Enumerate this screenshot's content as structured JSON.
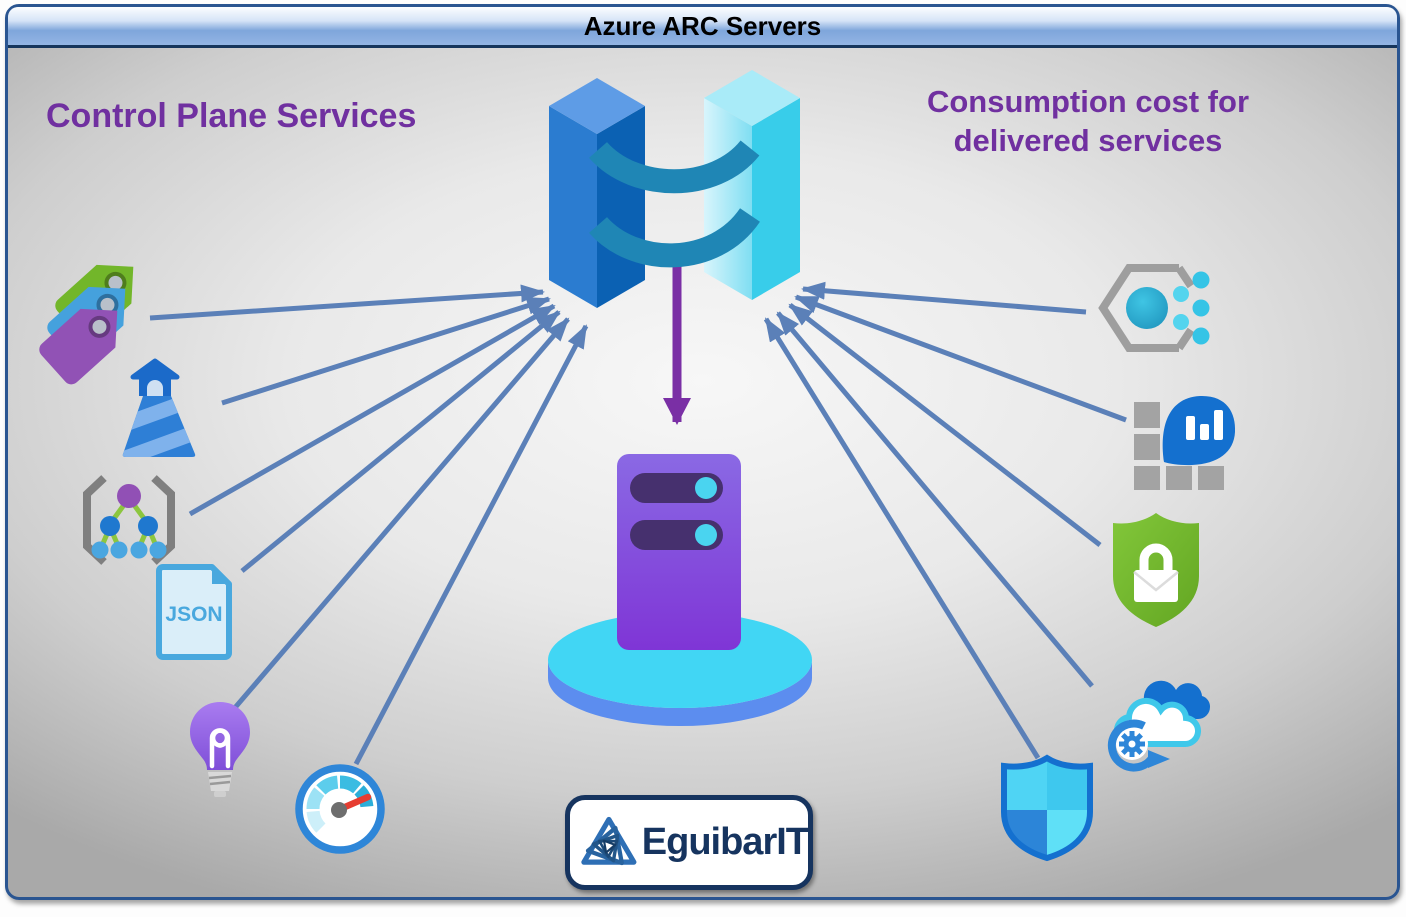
{
  "title_bar": {
    "title": "Azure ARC Servers"
  },
  "headings": {
    "left": "Control Plane Services",
    "right_line1": "Consumption cost for",
    "right_line2": "delivered services"
  },
  "json_doc": {
    "label": "JSON"
  },
  "logo": {
    "text": "EguibarIT",
    "icon": "spiral-triangle-icon"
  },
  "icons": {
    "left": [
      "tags-icon",
      "lighthouse-icon",
      "management-groups-icon",
      "json-file-icon",
      "advisor-lightbulb-icon",
      "metrics-gauge-icon"
    ],
    "right": [
      "automation-hexagon-icon",
      "log-analytics-icon",
      "security-lock-shield-icon",
      "update-management-cloud-icon",
      "defender-shield-icon"
    ],
    "center": [
      "azure-arc-icon",
      "arc-server-icon",
      "platform-disc"
    ]
  },
  "colors": {
    "heading_purple": "#7030a0",
    "arrow_blue": "#5b80b8",
    "down_arrow_purple": "#7a2fa5",
    "titlebar_border": "#16365c",
    "panel_border": "#2a5591",
    "arc_left_pillar": "#0b61b3",
    "arc_right_pillar": "#38cdea",
    "band_teal": "#1f86b5",
    "server_purple": "#7f35d6",
    "disc_cyan": "#41d6f4"
  }
}
